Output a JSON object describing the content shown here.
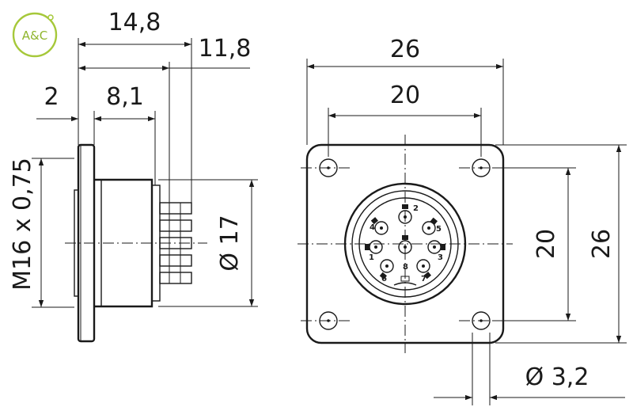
{
  "logo": {
    "text": "A&C",
    "color": "#a6c83a"
  },
  "side_view": {
    "dims": {
      "overall_length": "14,8",
      "body_length": "11,8",
      "flange_thickness": "2",
      "thread_length": "8,1",
      "body_diameter": "Ø 17",
      "thread": "M16 x 0,75"
    }
  },
  "front_view": {
    "dims": {
      "flange_width": "26",
      "hole_spacing_x": "20",
      "hole_spacing_y": "20",
      "flange_height": "26",
      "hole_diameter": "Ø 3,2"
    },
    "pin_labels": [
      "1",
      "2",
      "3",
      "4",
      "5",
      "6",
      "7",
      "8"
    ]
  },
  "line_color": "#1a1a1a"
}
